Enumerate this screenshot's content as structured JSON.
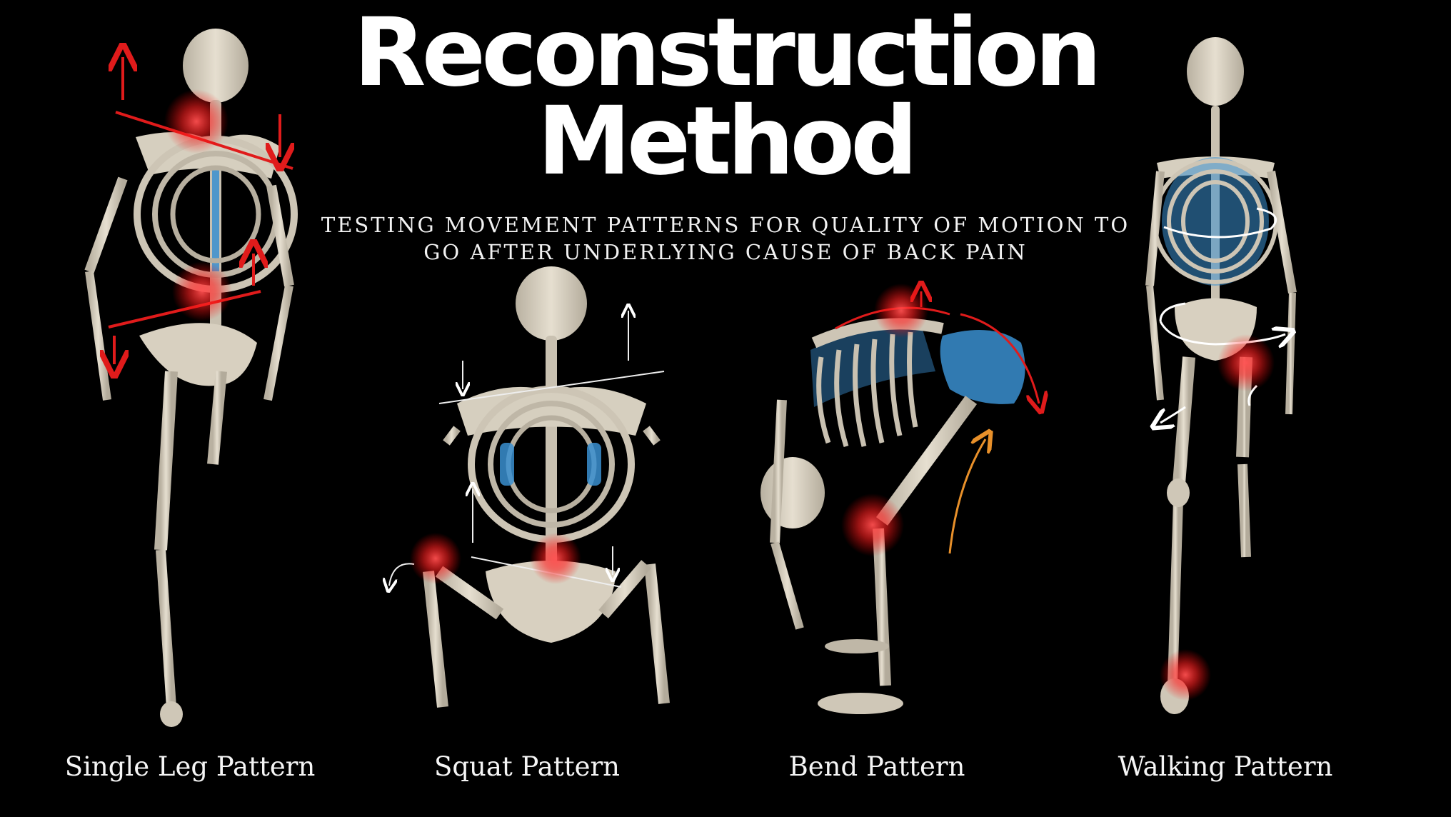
{
  "header": {
    "title_line1": "Reconstruction",
    "title_line2": "Method",
    "subtitle_line1": "TESTING MOVEMENT PATTERNS FOR QUALITY OF MOTION TO",
    "subtitle_line2": "GO AFTER UNDERLYING CAUSE OF BACK PAIN"
  },
  "patterns": [
    {
      "label": "Single Leg Pattern"
    },
    {
      "label": "Squat Pattern"
    },
    {
      "label": "Bend Pattern"
    },
    {
      "label": "Walking Pattern"
    }
  ],
  "colors": {
    "background": "#000000",
    "bone": "#d9d2c3",
    "bone_shade": "#a59d8d",
    "spine_highlight": "#3a8fd0",
    "pain_glow": "#ff2a2a",
    "arrow_red": "#e01b1b",
    "arrow_white": "#ffffff",
    "arrow_orange": "#e8902a"
  }
}
